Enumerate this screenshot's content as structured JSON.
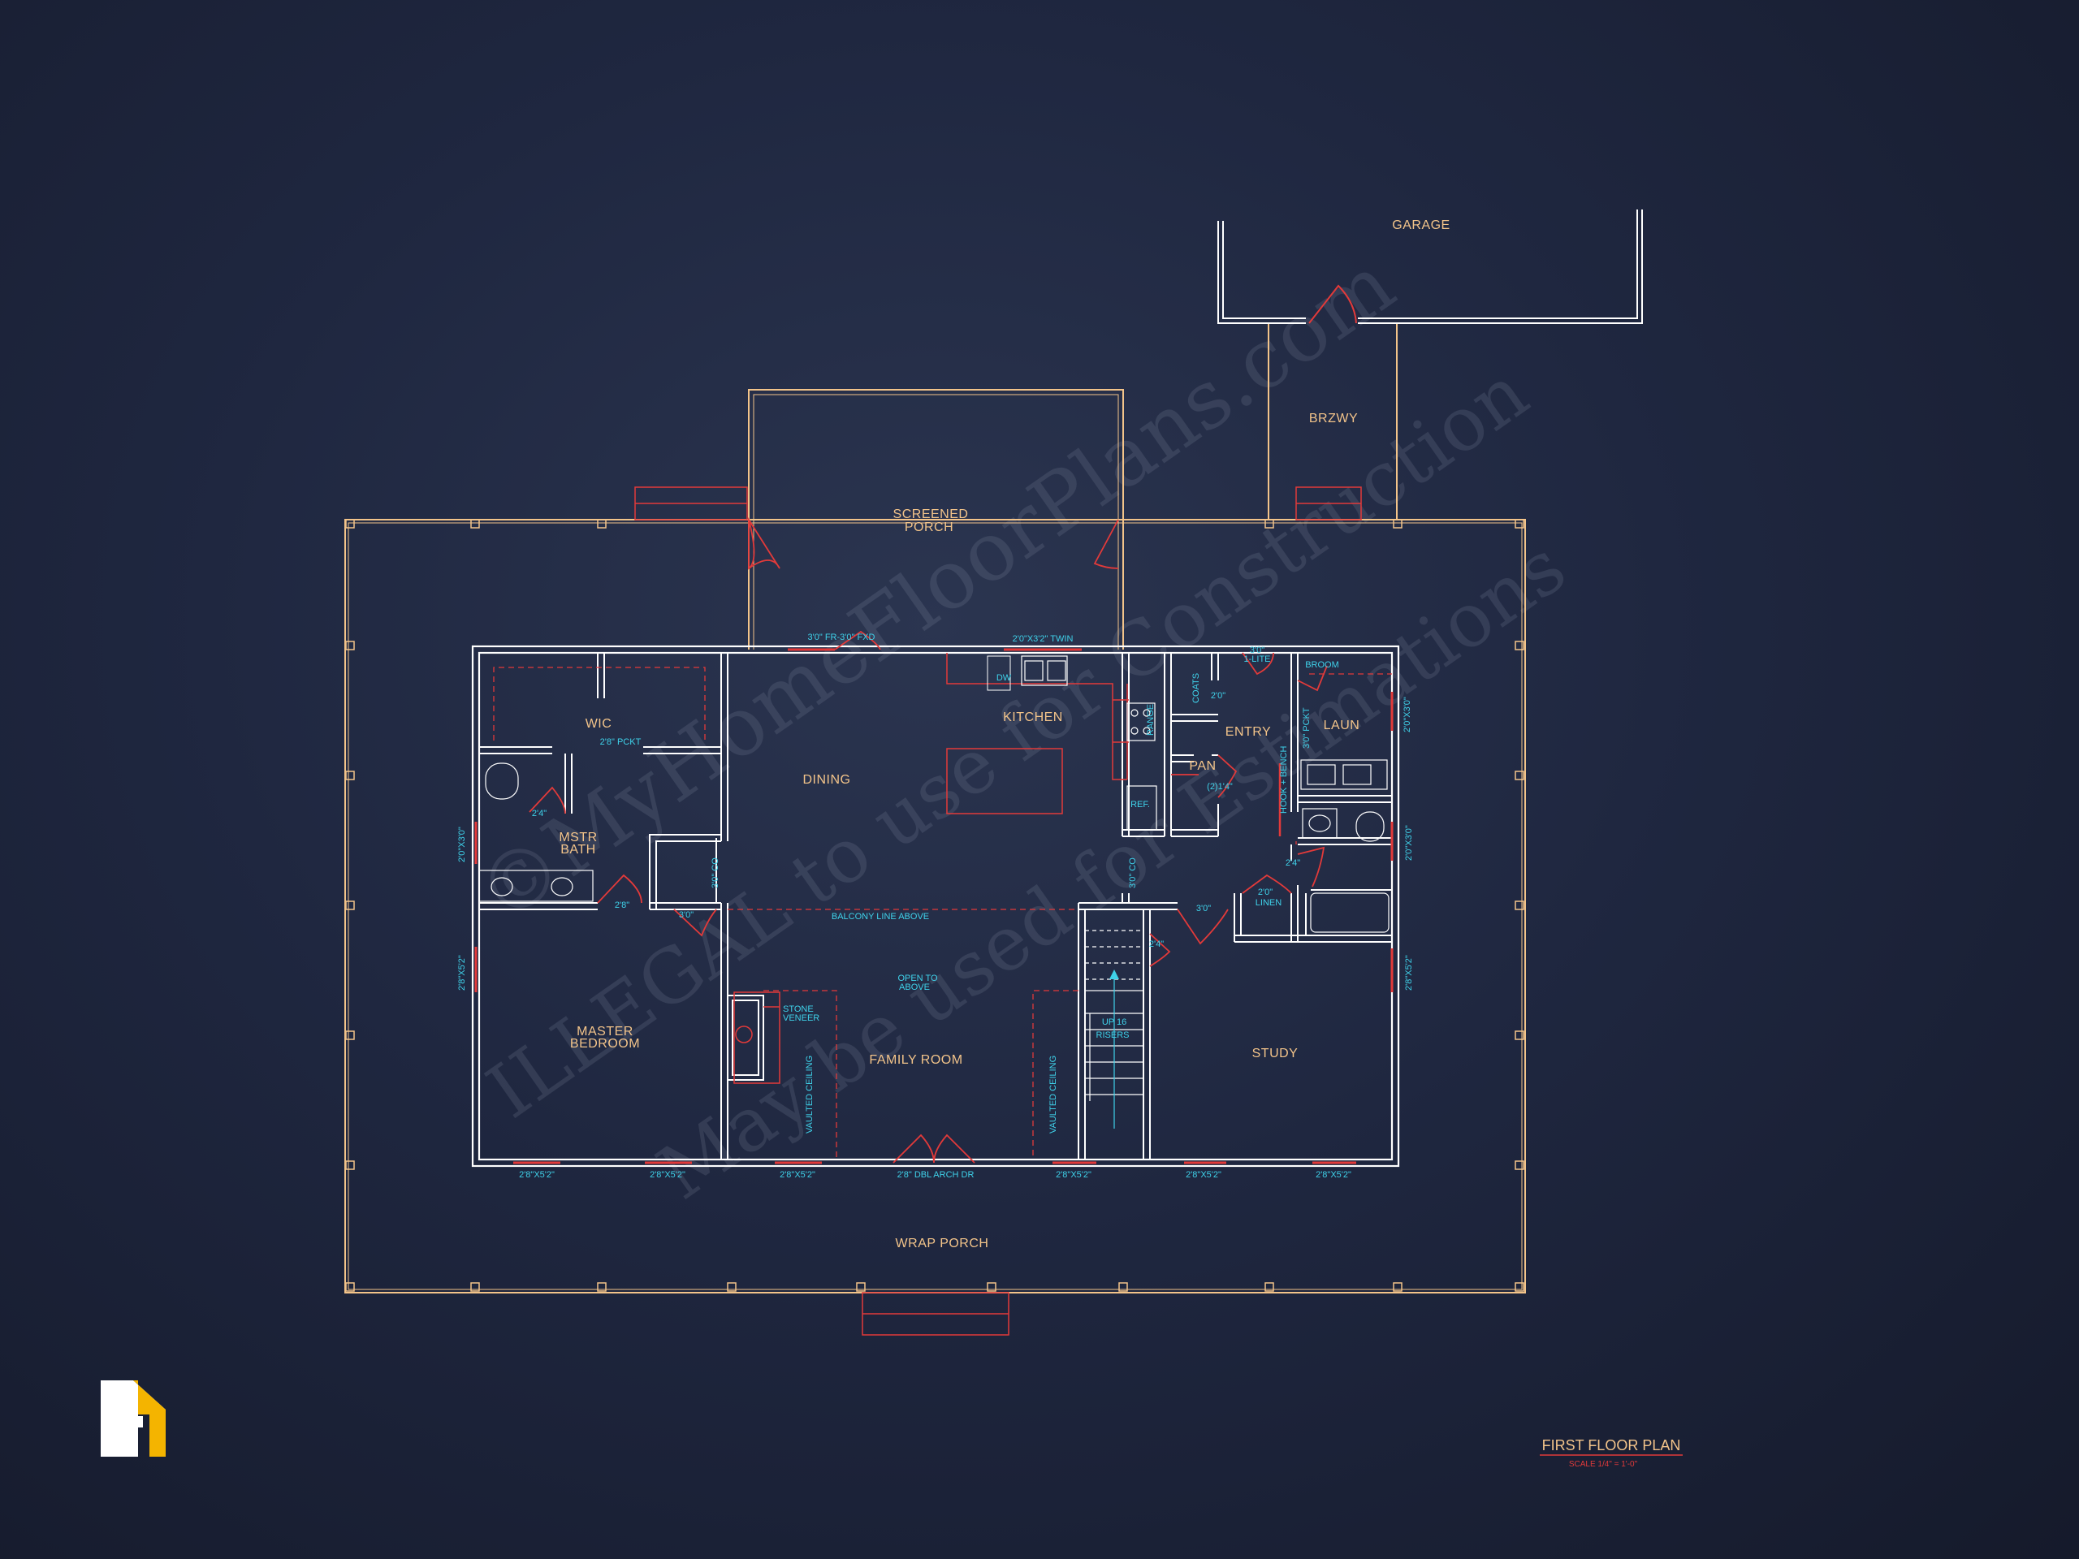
{
  "rooms": {
    "garage": "GARAGE",
    "brzwy": "BRZWY",
    "screened_porch_1": "SCREENED",
    "screened_porch_2": "PORCH",
    "wic": "WIC",
    "kitchen": "KITCHEN",
    "entry": "ENTRY",
    "laun": "LAUN",
    "pan": "PAN",
    "dining": "DINING",
    "mstr_bath_1": "MSTR",
    "mstr_bath_2": "BATH",
    "master_bedroom_1": "MASTER",
    "master_bedroom_2": "BEDROOM",
    "family_room": "FAMILY ROOM",
    "study": "STUDY",
    "wrap_porch": "WRAP PORCH"
  },
  "labels": {
    "fr_fxd": "3'0\" FR-3'0\" FXD",
    "twin": "2'0\"X3'2\" TWIN",
    "dw": "DW",
    "range": "RANGE",
    "ref": "REF.",
    "coats": "COATS",
    "lite_1": "3'0\"",
    "lite_2": "1-LITE",
    "broom": "BROOM",
    "pan_door": "2'0\"",
    "pan_size": "(2)1'4\"",
    "hook_bench": "HOOK + BENCH",
    "pckt_laun": "3'0\" PCKT",
    "win_laun": "2'0\"X3'0\"",
    "pckt_wic": "2'8\" PCKT",
    "d24_bath": "2'4\"",
    "win_bath": "2'0\"X3'0\"",
    "d28_bath": "2'8\"",
    "d30_bath": "3'0\"",
    "co_left": "3'0\" CO",
    "co_right": "3'0\" CO",
    "balcony": "BALCONY LINE ABOVE",
    "open_1": "OPEN TO",
    "open_2": "ABOVE",
    "stone_1": "STONE",
    "stone_2": "VENEER",
    "vault_left": "VAULTED CEILING",
    "vault_right": "VAULTED CEILING",
    "up_1": "UP 16",
    "up_2": "RISERS",
    "d24_stair": "2'4\"",
    "d30_study": "3'0\"",
    "linen_1": "2'0\"",
    "linen_2": "LINEN",
    "d24_ldry": "2'4\"",
    "win_ldry_bath": "2'0\"X3'0\"",
    "win_master_side": "2'8\"X5'2\"",
    "win_study_side": "2'8\"X5'2\"",
    "win_b1": "2'8\"X5'2\"",
    "win_b2": "2'8\"X5'2\"",
    "win_b3": "2'8\"X5'2\"",
    "arch_dr": "2'8\" DBL ARCH DR",
    "win_b4": "2'8\"X5'2\"",
    "win_b5": "2'8\"X5'2\"",
    "win_b6": "2'8\"X5'2\""
  },
  "watermark": {
    "line1": "©MyHomeFloorPlans.com",
    "line2": "ILLEGAL to use for Construction",
    "line3": "May be used for Estimations"
  },
  "title": {
    "main": "FIRST FLOOR PLAN",
    "scale": "SCALE 1/4\" = 1'-0\""
  },
  "logo": "logo-mark",
  "colors": {
    "background": "#1f2740",
    "wall": "#ffffff",
    "porch": "#f3c48a",
    "red": "#e23a3a",
    "cyan": "#3fd2ea"
  }
}
